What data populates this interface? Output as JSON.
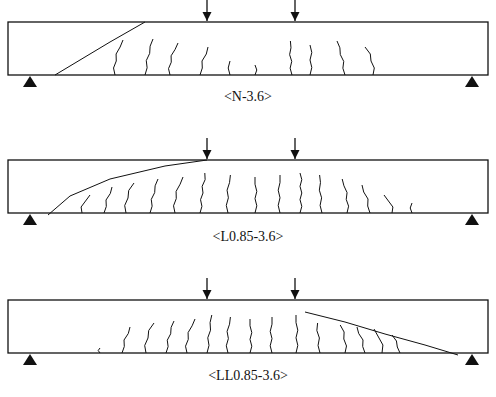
{
  "diagram": {
    "labels": [
      "<N-3.6>",
      "<L0.85-3.6>",
      "<LL0.85-3.6>"
    ]
  }
}
